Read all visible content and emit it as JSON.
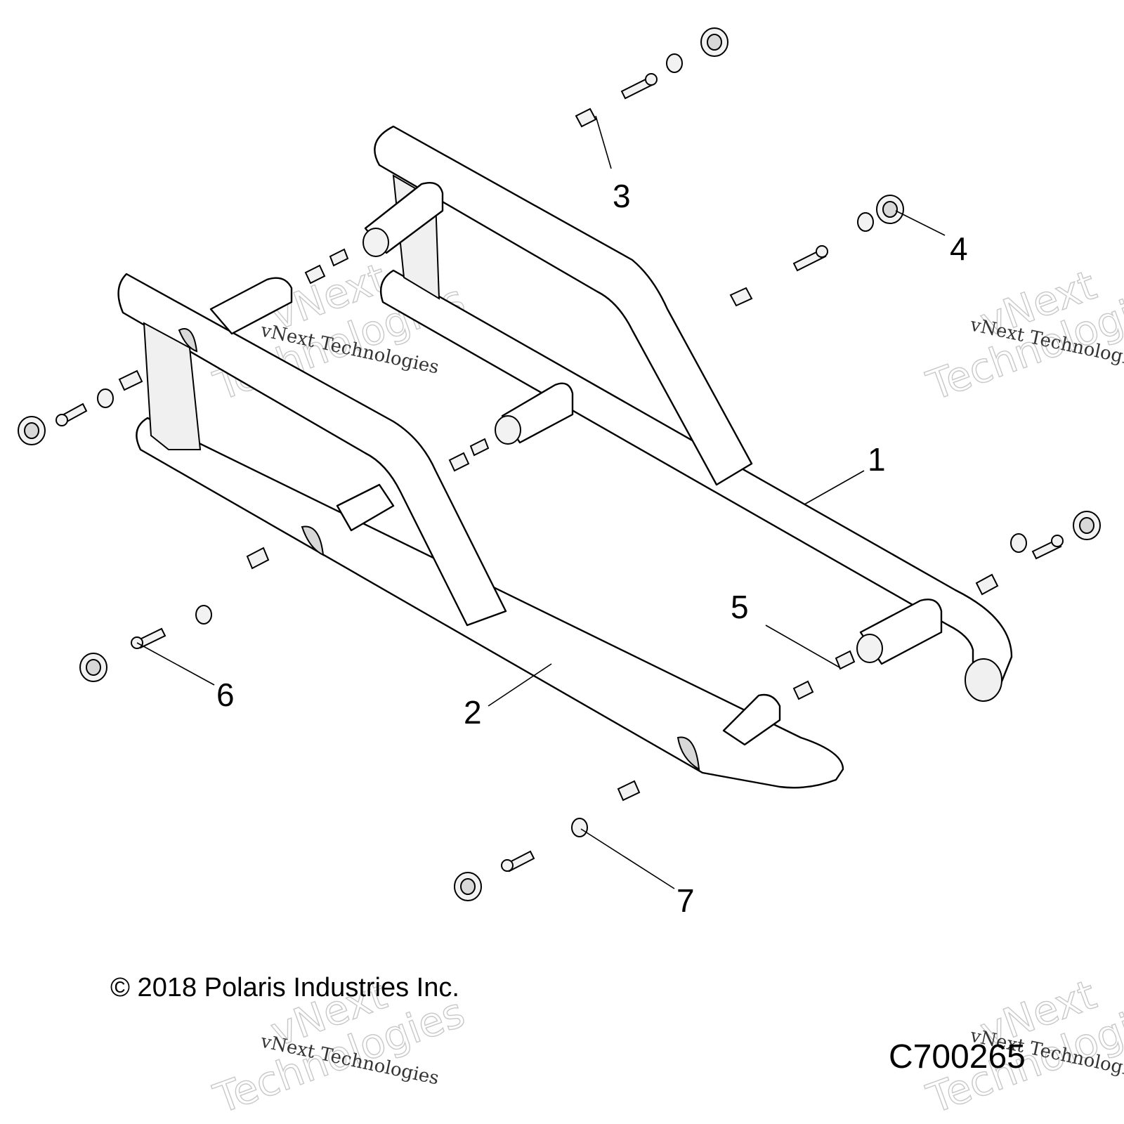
{
  "callouts": [
    "1",
    "2",
    "3",
    "4",
    "5",
    "6",
    "7"
  ],
  "copyright": "© 2018 Polaris Industries Inc.",
  "drawing_id": "C700265",
  "watermark": {
    "line1": "vNext Technologies",
    "line2": "vNext",
    "line3": "Technologies"
  }
}
